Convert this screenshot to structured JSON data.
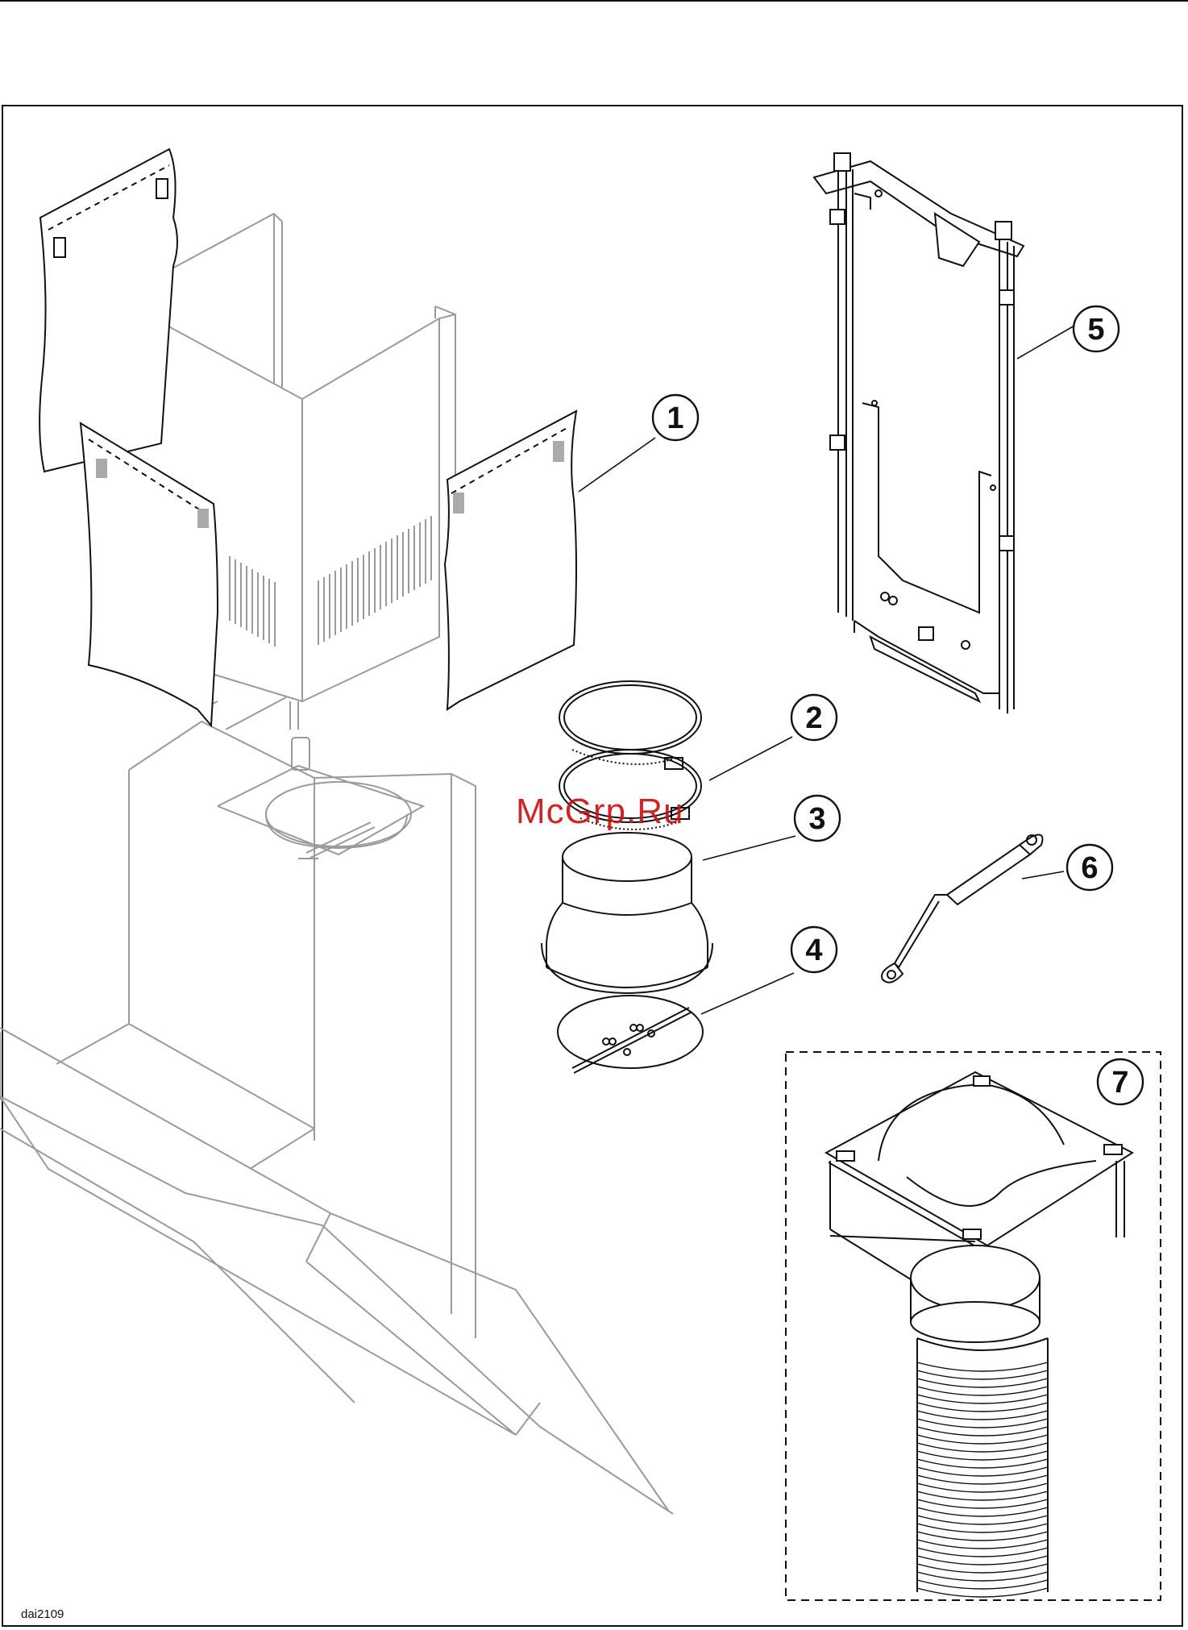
{
  "diagram": {
    "callouts": [
      {
        "id": "callout-1",
        "label": "1"
      },
      {
        "id": "callout-2",
        "label": "2"
      },
      {
        "id": "callout-3",
        "label": "3"
      },
      {
        "id": "callout-4",
        "label": "4"
      },
      {
        "id": "callout-5",
        "label": "5"
      },
      {
        "id": "callout-6",
        "label": "6"
      },
      {
        "id": "callout-7",
        "label": "7"
      }
    ],
    "drawing_code": "dai2109",
    "watermark": "McGrp.Ru",
    "colors": {
      "line": "#111111",
      "hood_line": "#9a9a9a",
      "watermark": "#c81414"
    }
  }
}
